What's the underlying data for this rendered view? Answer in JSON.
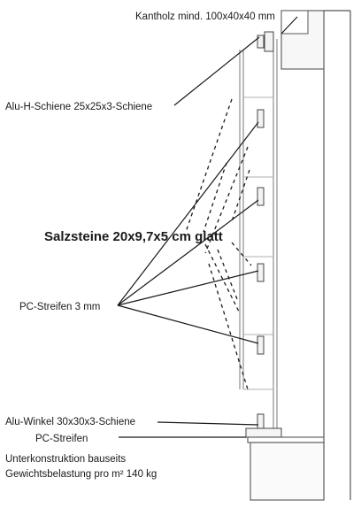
{
  "labels": {
    "kantholz": "Kantholz mind. 100x40x40 mm",
    "alu_h": "Alu-H-Schiene 25x25x3-Schiene",
    "salzsteine": "Salzsteine 20x9,7x5 cm glatt",
    "pc3": "PC-Streifen 3 mm",
    "alu_winkel": "Alu-Winkel 30x30x3-Schiene",
    "pc_streifen": "PC-Streifen",
    "unterkonstruktion_1": "Unterkonstruktion bauseits",
    "unterkonstruktion_2": "Gewichtsbelastung pro m² 140 kg"
  },
  "colors": {
    "line": "#1a1a1a",
    "structure": "#555555",
    "light": "#9a9a9a",
    "fill_part": "#f3f3f3"
  }
}
